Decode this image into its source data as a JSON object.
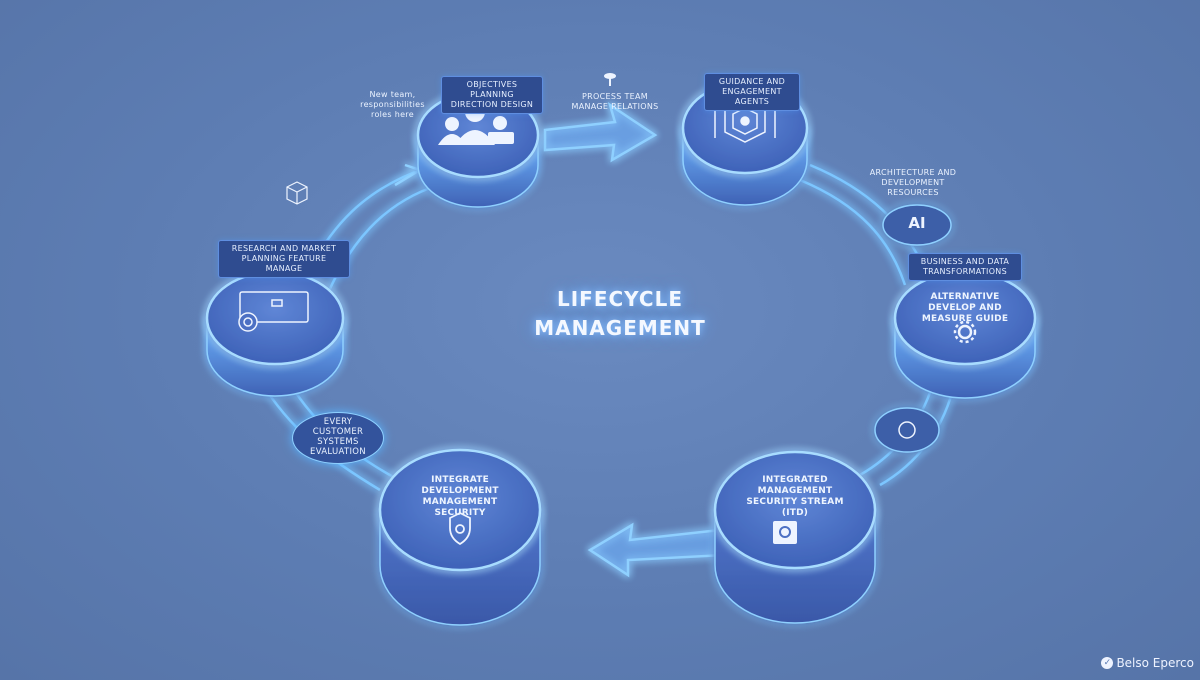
{
  "title": {
    "line1": "LIFECYCLE",
    "line2": "MANAGEMENT"
  },
  "colors": {
    "background": "#5f7fb5",
    "glow": "#59b4ff",
    "disk": "#4d6fc0",
    "tag": "#2f4c90"
  },
  "tags": [
    {
      "id": "top-left",
      "text": "OBJECTIVES PLANNING DIRECTION DESIGN"
    },
    {
      "id": "top-right",
      "text": "GUIDANCE AND ENGAGEMENT AGENTS"
    },
    {
      "id": "left",
      "text": "RESEARCH AND MARKET PLANNING FEATURE MANAGE"
    },
    {
      "id": "right",
      "text": "BUSINESS AND DATA TRANSFORMATIONS"
    }
  ],
  "notes": [
    {
      "id": "top-left-note",
      "text": "New team, responsibilities roles here"
    },
    {
      "id": "top-center-note",
      "text": "PROCESS TEAM MANAGE RELATIONS"
    },
    {
      "id": "right-note",
      "text": "ARCHITECTURE AND DEVELOPMENT RESOURCES"
    },
    {
      "id": "left-note",
      "text": "EVERY CUSTOMER SYSTEMS EVALUATION"
    }
  ],
  "disks": [
    {
      "id": "right",
      "text": "ALTERNATIVE DEVELOP AND MEASURE GUIDE"
    },
    {
      "id": "bottom-left",
      "text": "INTEGRATE DEVELOPMENT MANAGEMENT SECURITY"
    },
    {
      "id": "bottom-right",
      "text": "INTEGRATED MANAGEMENT SECURITY STREAM (ITD)"
    }
  ],
  "badge": {
    "text": "AI"
  },
  "watermark": {
    "text": "Belso Eperco"
  }
}
